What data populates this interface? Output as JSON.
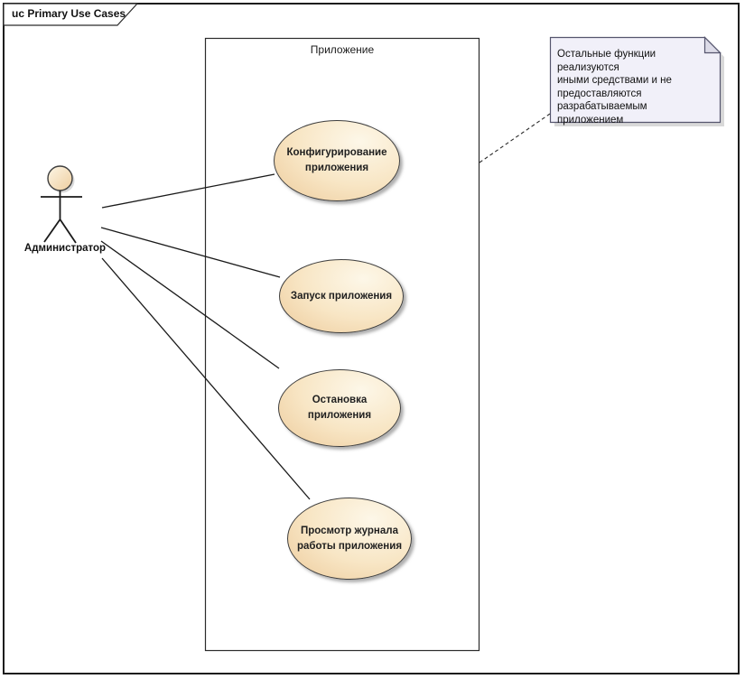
{
  "frame": {
    "label": "uc Primary Use Cases"
  },
  "system_boundary": {
    "label": "Приложение"
  },
  "actor": {
    "name": "Администратор"
  },
  "use_cases": [
    {
      "label": "Конфигурирование\nприложения"
    },
    {
      "label": "Запуск приложения"
    },
    {
      "label": "Остановка\nприложения"
    },
    {
      "label": "Просмотр журнала\nработы приложения"
    }
  ],
  "note": {
    "text": "Остальные функции реализуются\nиными средствами и не\nпредоставляются\nразрабатываемым приложением"
  },
  "colors": {
    "ellipse_light": "#fdf7e8",
    "ellipse_dark": "#edcb9c",
    "note_fill": "#f1f0f9",
    "note_fold": "#dcdbe8",
    "line": "#1a1a1a",
    "border": "#3e3e3e"
  }
}
